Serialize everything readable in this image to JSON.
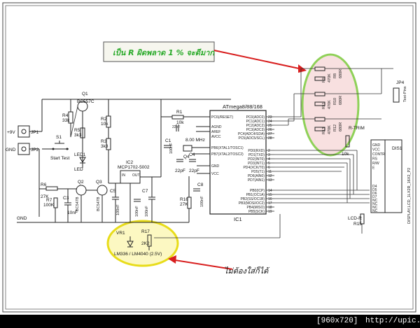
{
  "annotations": {
    "note_top": "เป็น R ผิดพลาด 1 % จะดีมาก",
    "note_bottom": "ไม่ต้องใส่ก็ได้"
  },
  "connectors": {
    "jp1": "JP1",
    "jp2": "JP2",
    "jp4": "JP4",
    "plus9v": "+9V",
    "gnd": "GND",
    "test_pins": "Test-Pins"
  },
  "components": {
    "q1": "Q1",
    "q1_part": "BC557C",
    "q2": "Q2",
    "q2_part": "BC547B",
    "q3": "Q3",
    "q3_part": "BC547B",
    "r1": "R1",
    "r1_val": "10k",
    "r2": "R2",
    "r2_val": "10k",
    "r3": "R3",
    "r3_val": "3k3",
    "r4": "R4",
    "r4_val": "33k",
    "r5": "R5",
    "r5_val": "3k3",
    "r6": "R6",
    "r6_val": "27K",
    "r7": "R7",
    "r7_val": "100K",
    "r8": "R8",
    "r8_val": "680R",
    "r9": "R9",
    "r9_val": "470K",
    "r10": "R10",
    "r10_val": "680R",
    "r11": "R11",
    "r11_val": "470K",
    "r12": "R12",
    "r12_val": "680R",
    "r13": "R13",
    "r13_val": "470K",
    "r15": "R15",
    "r15_val": "LCD-R",
    "r16": "R16",
    "r16_val": "27K",
    "r17": "R17",
    "r17_val": "2K2",
    "rtrim": "R-TRIM",
    "rtrim_val": "10k",
    "s1": "S1",
    "s1_label": "Start Test",
    "led1": "LED1",
    "led_label": "LED",
    "c1": "C1",
    "c1_val": "100nF",
    "c2": "C2",
    "c2_val": "22pF",
    "c3": "C3",
    "c3_val": "10nF",
    "c4": "C4",
    "c4_val": "22pF",
    "c5": "C5",
    "c5_val": "100nF",
    "c6": "C6",
    "c6_val": "100nF",
    "c7": "C7",
    "c7_val": "100nF",
    "c8": "C8",
    "c8_val": "100nF",
    "cx": "C2",
    "cx_val": "22pF",
    "q4": "Q4",
    "q4_val": "8.00 MHz",
    "ic1": "IC1",
    "ic1_part": "ATmega8/88/168",
    "ic2": "IC2",
    "ic2_part": "MCP1702-5002",
    "ic2_in": "IN",
    "ic2_out": "OUT",
    "vr1": "VR1",
    "vr1_part": "LM336 / LM4040 (2.5V)",
    "dis1": "DIS1",
    "lcd_part": "DISPLAY,LCD_1LX2R_16X2_P2",
    "gnd_label": "GND"
  },
  "ic1_pins_left": [
    "PC6(/RESET)",
    "AGND",
    "AREF",
    "AVCC",
    "PB6(XTAL1/TOSC1)",
    "PB7(XTAL2/TOSC2)",
    "GND",
    "VCC"
  ],
  "ic1_pins_right": [
    "PC0(ADC0)",
    "PC1(ADC1)",
    "PC2(ADC2)",
    "PC3(ADC3)",
    "PC4(ADC4/SDA)",
    "PC5(ADC5/SCL)",
    "PD0(RXD)",
    "PD1(TXD)",
    "PD2(INT0)",
    "PD3(INT1)",
    "PD4(XCK/T0)",
    "PD5(T1)",
    "PD6(AIN0)",
    "PD7(AIN1)",
    "PB0(ICP)",
    "PB1(OC1A)",
    "PB2(SS/OC1B)",
    "PB3(MOSI/OC2)",
    "PB4(MISO)",
    "PB5(SCK)"
  ],
  "ic1_pin_nums_right": [
    "23",
    "24",
    "25",
    "26",
    "27",
    "28",
    "2",
    "3",
    "4",
    "5",
    "6",
    "11",
    "12",
    "13",
    "14",
    "15",
    "16",
    "17",
    "18",
    "19"
  ],
  "lcd_pins": [
    "GND",
    "VCC",
    "CONTR",
    "RS",
    "R/W",
    "E",
    "D4",
    "D5",
    "D6",
    "D7",
    "NC",
    "NC",
    "NC",
    "NC"
  ],
  "footer": {
    "resolution": "[960x720]",
    "url": "http://upic.me/"
  }
}
